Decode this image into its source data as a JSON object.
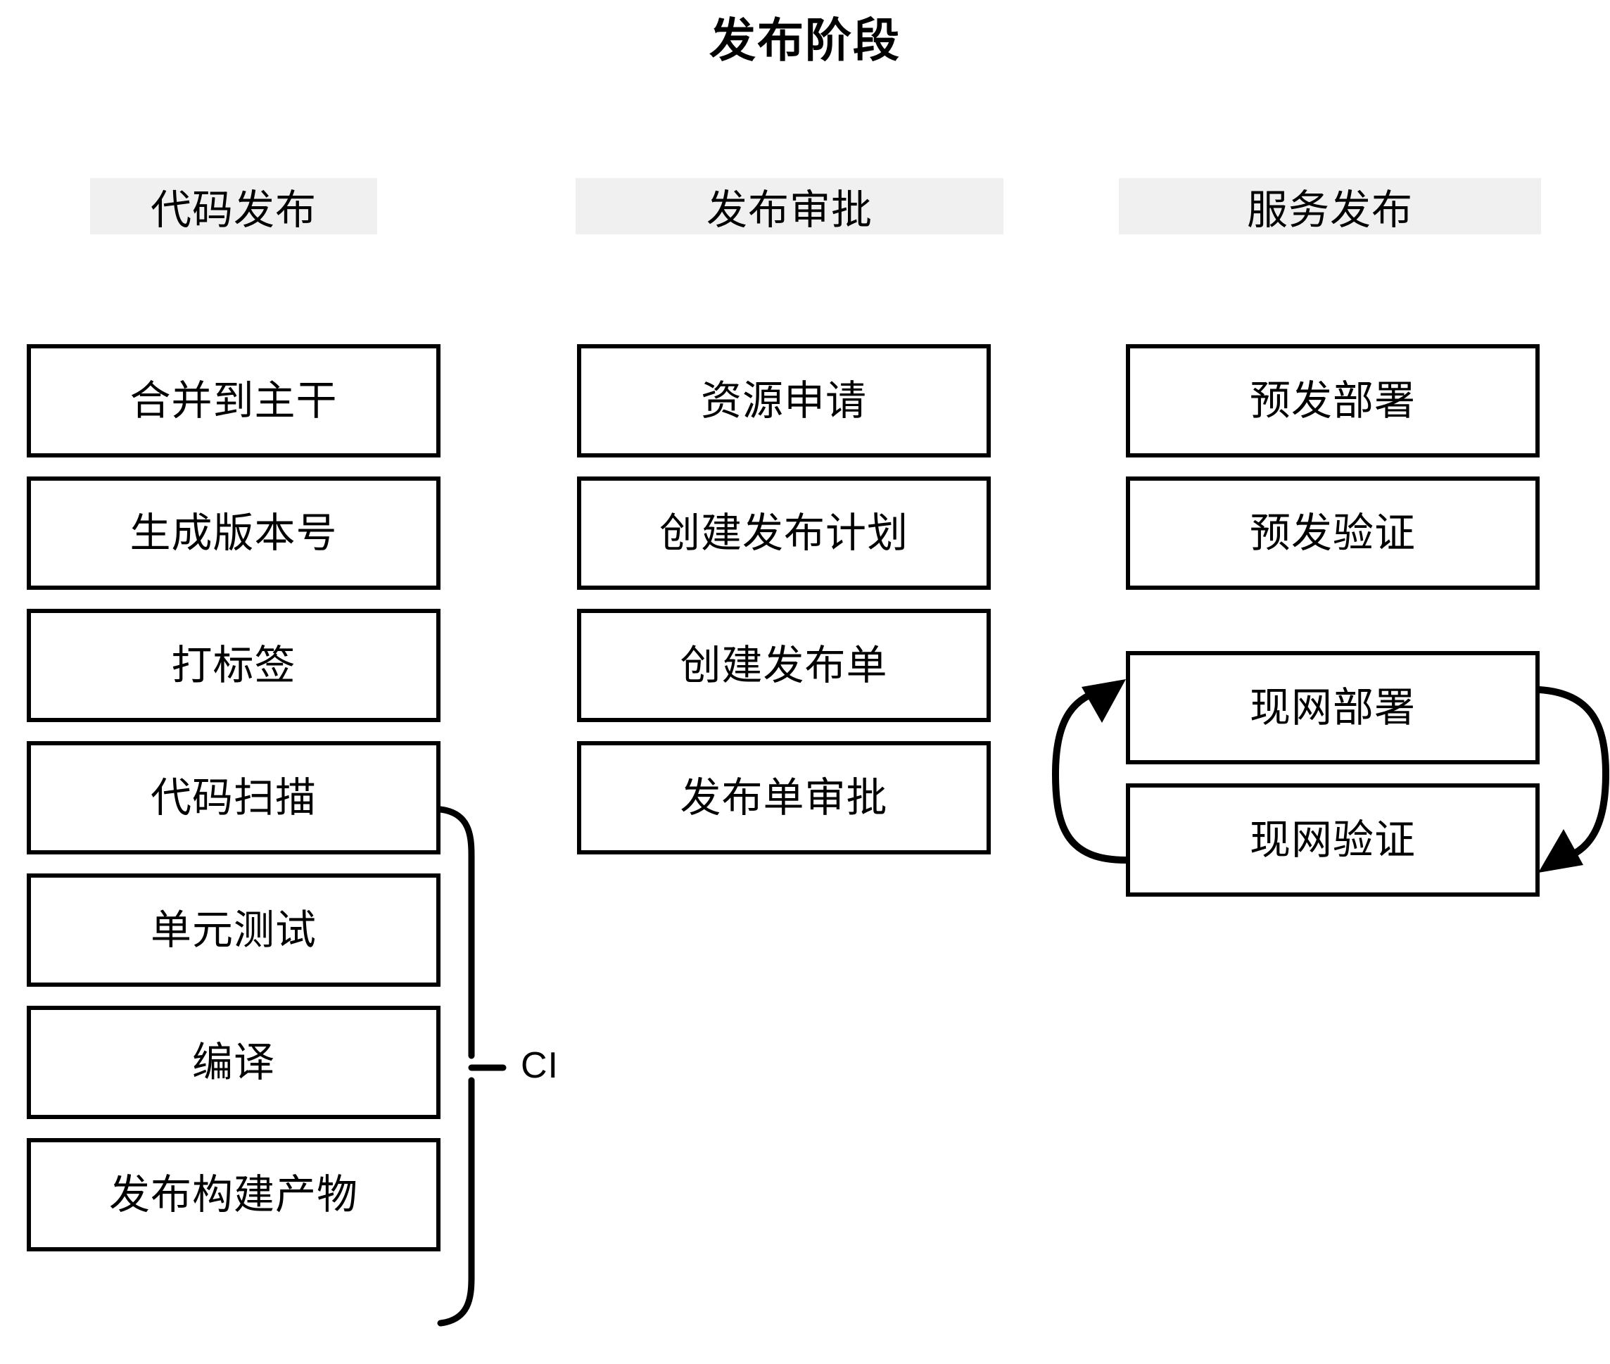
{
  "title": "发布阶段",
  "colors": {
    "header_bg": "#f0f0f0",
    "box_border": "#000000",
    "text": "#000000",
    "canvas": "#ffffff"
  },
  "columns": [
    {
      "id": "code-release",
      "header": "代码发布",
      "items": [
        {
          "label": "合并到主干"
        },
        {
          "label": "生成版本号"
        },
        {
          "label": "打标签"
        },
        {
          "label": "代码扫描"
        },
        {
          "label": "单元测试"
        },
        {
          "label": "编译"
        },
        {
          "label": "发布构建产物"
        }
      ]
    },
    {
      "id": "release-approval",
      "header": "发布审批",
      "items": [
        {
          "label": "资源申请"
        },
        {
          "label": "创建发布计划"
        },
        {
          "label": "创建发布单"
        },
        {
          "label": "发布单审批"
        }
      ]
    },
    {
      "id": "service-release",
      "header": "服务发布",
      "items": [
        {
          "label": "预发部署"
        },
        {
          "label": "预发验证"
        },
        {
          "label": "现网部署"
        },
        {
          "label": "现网验证"
        }
      ]
    }
  ],
  "annotations": {
    "ci_bracket_label": "CI"
  }
}
